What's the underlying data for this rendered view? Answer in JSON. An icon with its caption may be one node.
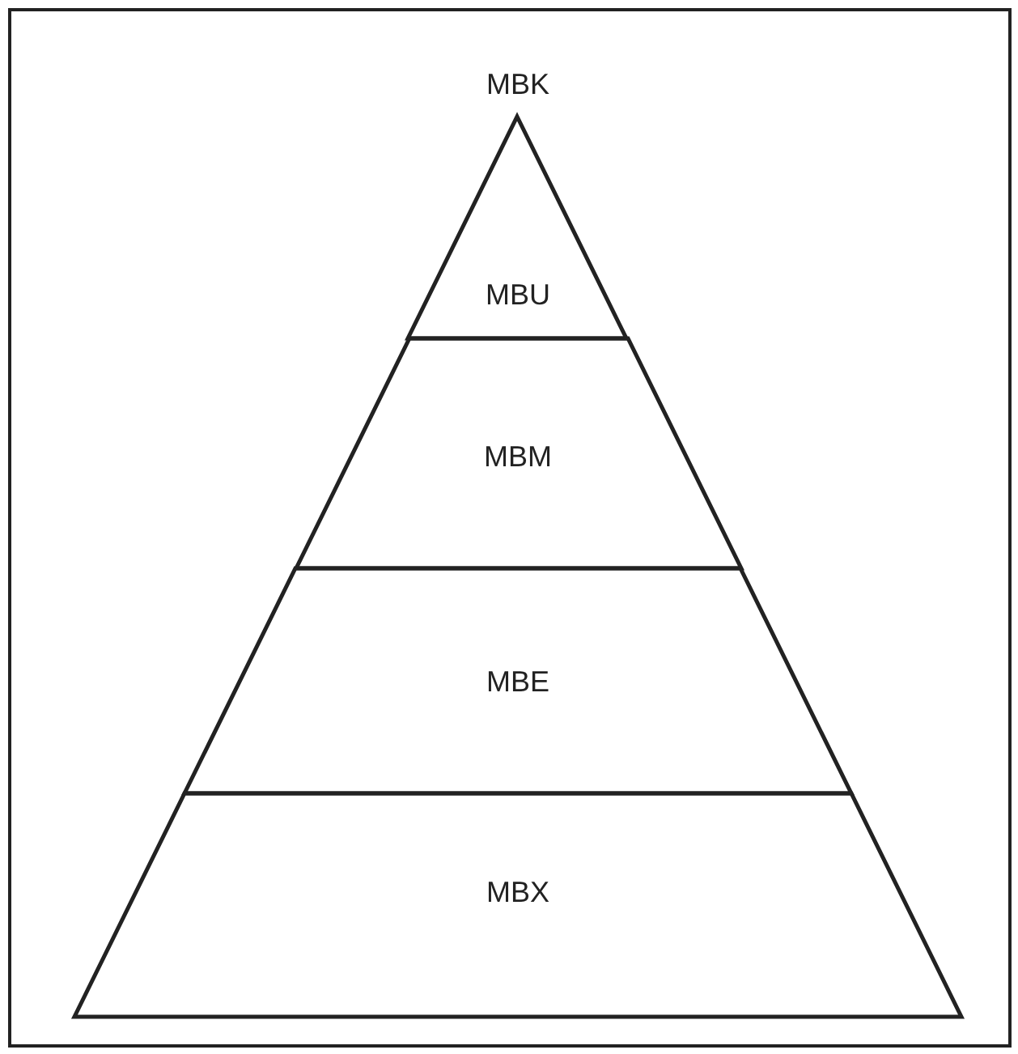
{
  "diagram": {
    "nodes": [
      {
        "text": [
          "MBU"
        ]
      },
      {
        "text": [
          "MBM"
        ]
      },
      {
        "text": [
          "MBE"
        ]
      },
      {
        "text": [
          "MBX"
        ]
      }
    ],
    "labels": [
      "MBK"
    ]
  }
}
